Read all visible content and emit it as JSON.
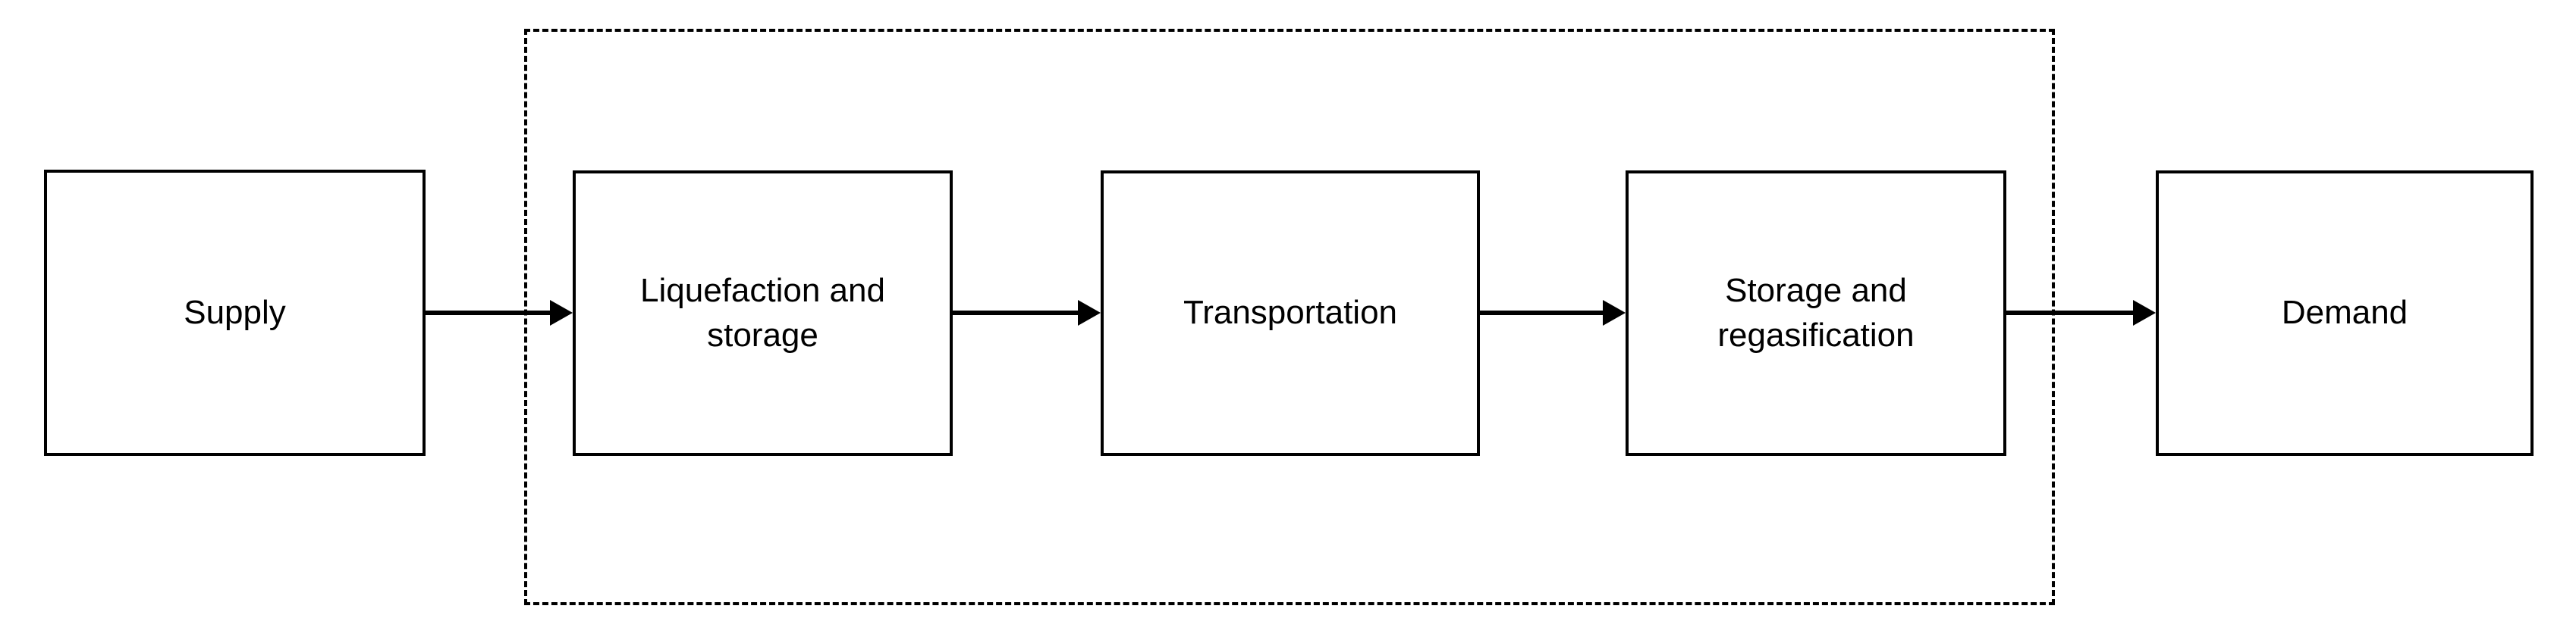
{
  "diagram": {
    "type": "flowchart",
    "orientation": "left-to-right",
    "background_color": "#ffffff",
    "line_color": "#000000",
    "nodes": [
      {
        "id": "supply",
        "label": "Supply",
        "inside_dashed_region": false
      },
      {
        "id": "liquefaction",
        "label": "Liquefaction and\nstorage",
        "inside_dashed_region": true
      },
      {
        "id": "transportation",
        "label": "Transportation",
        "inside_dashed_region": true
      },
      {
        "id": "storage",
        "label": "Storage and\nregasification",
        "inside_dashed_region": true
      },
      {
        "id": "demand",
        "label": "Demand",
        "inside_dashed_region": false
      }
    ],
    "edges": [
      {
        "from": "supply",
        "to": "liquefaction",
        "style": "solid-arrow",
        "label": ""
      },
      {
        "from": "liquefaction",
        "to": "transportation",
        "style": "solid-arrow",
        "label": ""
      },
      {
        "from": "transportation",
        "to": "storage",
        "style": "solid-arrow",
        "label": ""
      },
      {
        "from": "storage",
        "to": "demand",
        "style": "solid-arrow",
        "label": ""
      }
    ],
    "dashed_region": {
      "label": "",
      "border_style": "dashed",
      "contains": [
        "liquefaction",
        "transportation",
        "storage"
      ]
    }
  }
}
